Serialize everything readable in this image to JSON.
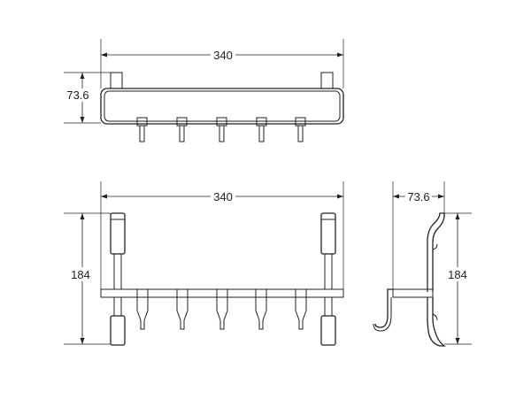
{
  "dimensions": {
    "top_width": "340",
    "top_depth": "73.6",
    "front_width": "340",
    "front_height": "184",
    "side_depth": "73.6",
    "side_height": "184"
  }
}
